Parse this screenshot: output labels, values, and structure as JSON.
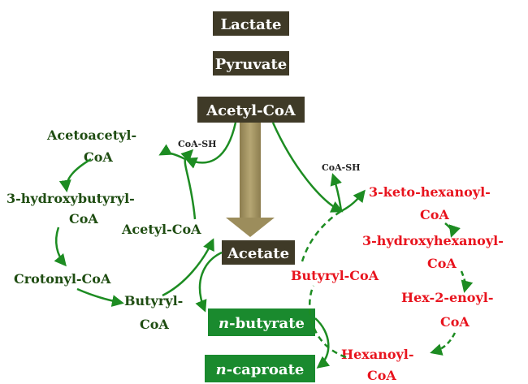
{
  "colors": {
    "dark_box": "#3f3a27",
    "green_box": "#1a8a2e",
    "dark_green_text": "#1f4d12",
    "arrow_green": "#1d8c22",
    "red": "#e8141e",
    "trunk": "#9c8d5c"
  },
  "boxes": {
    "lactate": "Lactate",
    "pyruvate": "Pyruvate",
    "acetyl_coa": "Acetyl-CoA",
    "acetate": "Acetate",
    "n_butyrate_prefix": "n",
    "n_butyrate_suffix": "-butyrate",
    "n_caproate_prefix": "n",
    "n_caproate_suffix": "-caproate"
  },
  "left_cycle": {
    "acetoacetyl_l1": "Acetoacetyl-",
    "acetoacetyl_l2": "CoA",
    "hydroxybutyryl_l1": "3-hydroxybutyryl-",
    "hydroxybutyryl_l2": "CoA",
    "acetyl_coa": "Acetyl-CoA",
    "crotonyl": "Crotonyl-CoA",
    "butyryl_l1": "Butyryl-",
    "butyryl_l2": "CoA",
    "coa_sh": "CoA-SH"
  },
  "right_cycle": {
    "coa_sh": "CoA-SH",
    "keto_l1": "3-keto-hexanoyl-",
    "keto_l2": "CoA",
    "hydroxyhexanoyl_l1": "3-hydroxyhexanoyl-",
    "hydroxyhexanoyl_l2": "CoA",
    "butyryl": "Butyryl-CoA",
    "hexenoyl_l1": "Hex-2-enoyl-",
    "hexenoyl_l2": "CoA",
    "hexanoyl_l1": "Hexanoyl-",
    "hexanoyl_l2": "CoA"
  }
}
